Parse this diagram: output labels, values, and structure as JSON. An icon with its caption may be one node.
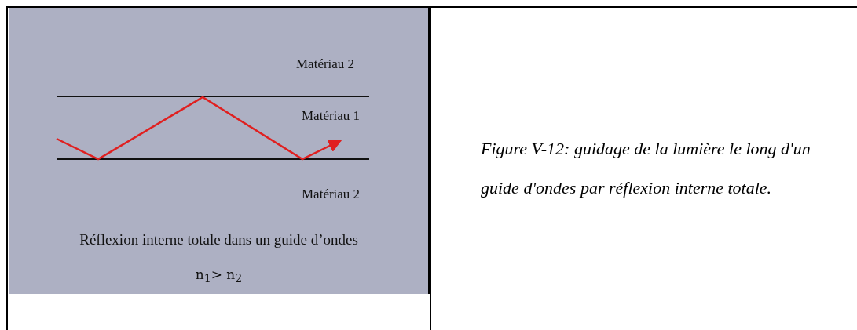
{
  "diagram": {
    "caption": "Figure V-12: guidage de la lumière le long d'un guide d'ondes par réflexion interne totale.",
    "labels": [
      "Matériau 2",
      "Matériau 1",
      "Matériau 2",
      "Réflexion interne totale dans un guide d’ondes",
      "n$_{1}$> n$_{2}$"
    ]
  }
}
